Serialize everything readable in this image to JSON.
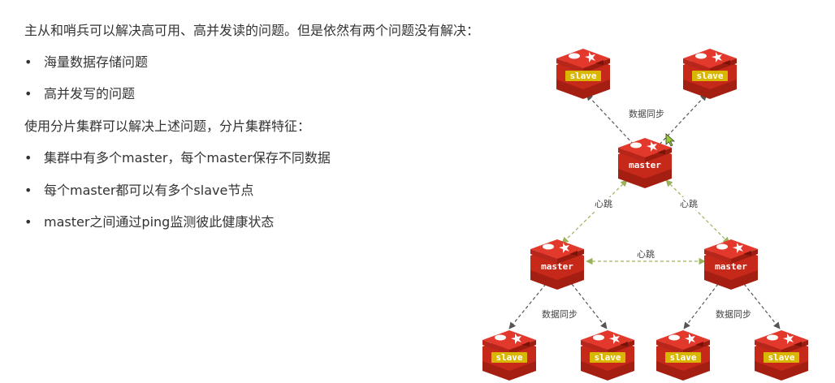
{
  "text": {
    "intro": "主从和哨兵可以解决高可用、高并发读的问题。但是依然有两个问题没有解决：",
    "problems": [
      "海量数据存储问题",
      "高并发写的问题"
    ],
    "sharding_intro": "使用分片集群可以解决上述问题，分片集群特征：",
    "features": [
      "集群中有多个master，每个master保存不同数据",
      "每个master都可以有多个slave节点",
      "master之间通过ping监测彼此健康状态"
    ],
    "bullet_glyph": "•"
  },
  "diagram": {
    "nodes": {
      "top_left_slave": "slave",
      "top_right_slave": "slave",
      "top_master": "master",
      "left_master": "master",
      "right_master": "master",
      "bottom_slave_1": "slave",
      "bottom_slave_2": "slave",
      "bottom_slave_3": "slave",
      "bottom_slave_4": "slave"
    },
    "edge_labels": {
      "top_sync": "数据同步",
      "heartbeat_left": "心跳",
      "heartbeat_right": "心跳",
      "heartbeat_middle": "心跳",
      "left_sync": "数据同步",
      "right_sync": "数据同步"
    },
    "colors": {
      "redis_red": "#d82c20",
      "redis_dark": "#a41e11",
      "redis_light": "#e3392c",
      "slave_label_bg": "#d9b700",
      "slave_label_text": "#ffffff",
      "master_label_text": "#ffffff",
      "sync_arrow": "#555555",
      "heartbeat_arrow": "#9ab35a"
    }
  }
}
